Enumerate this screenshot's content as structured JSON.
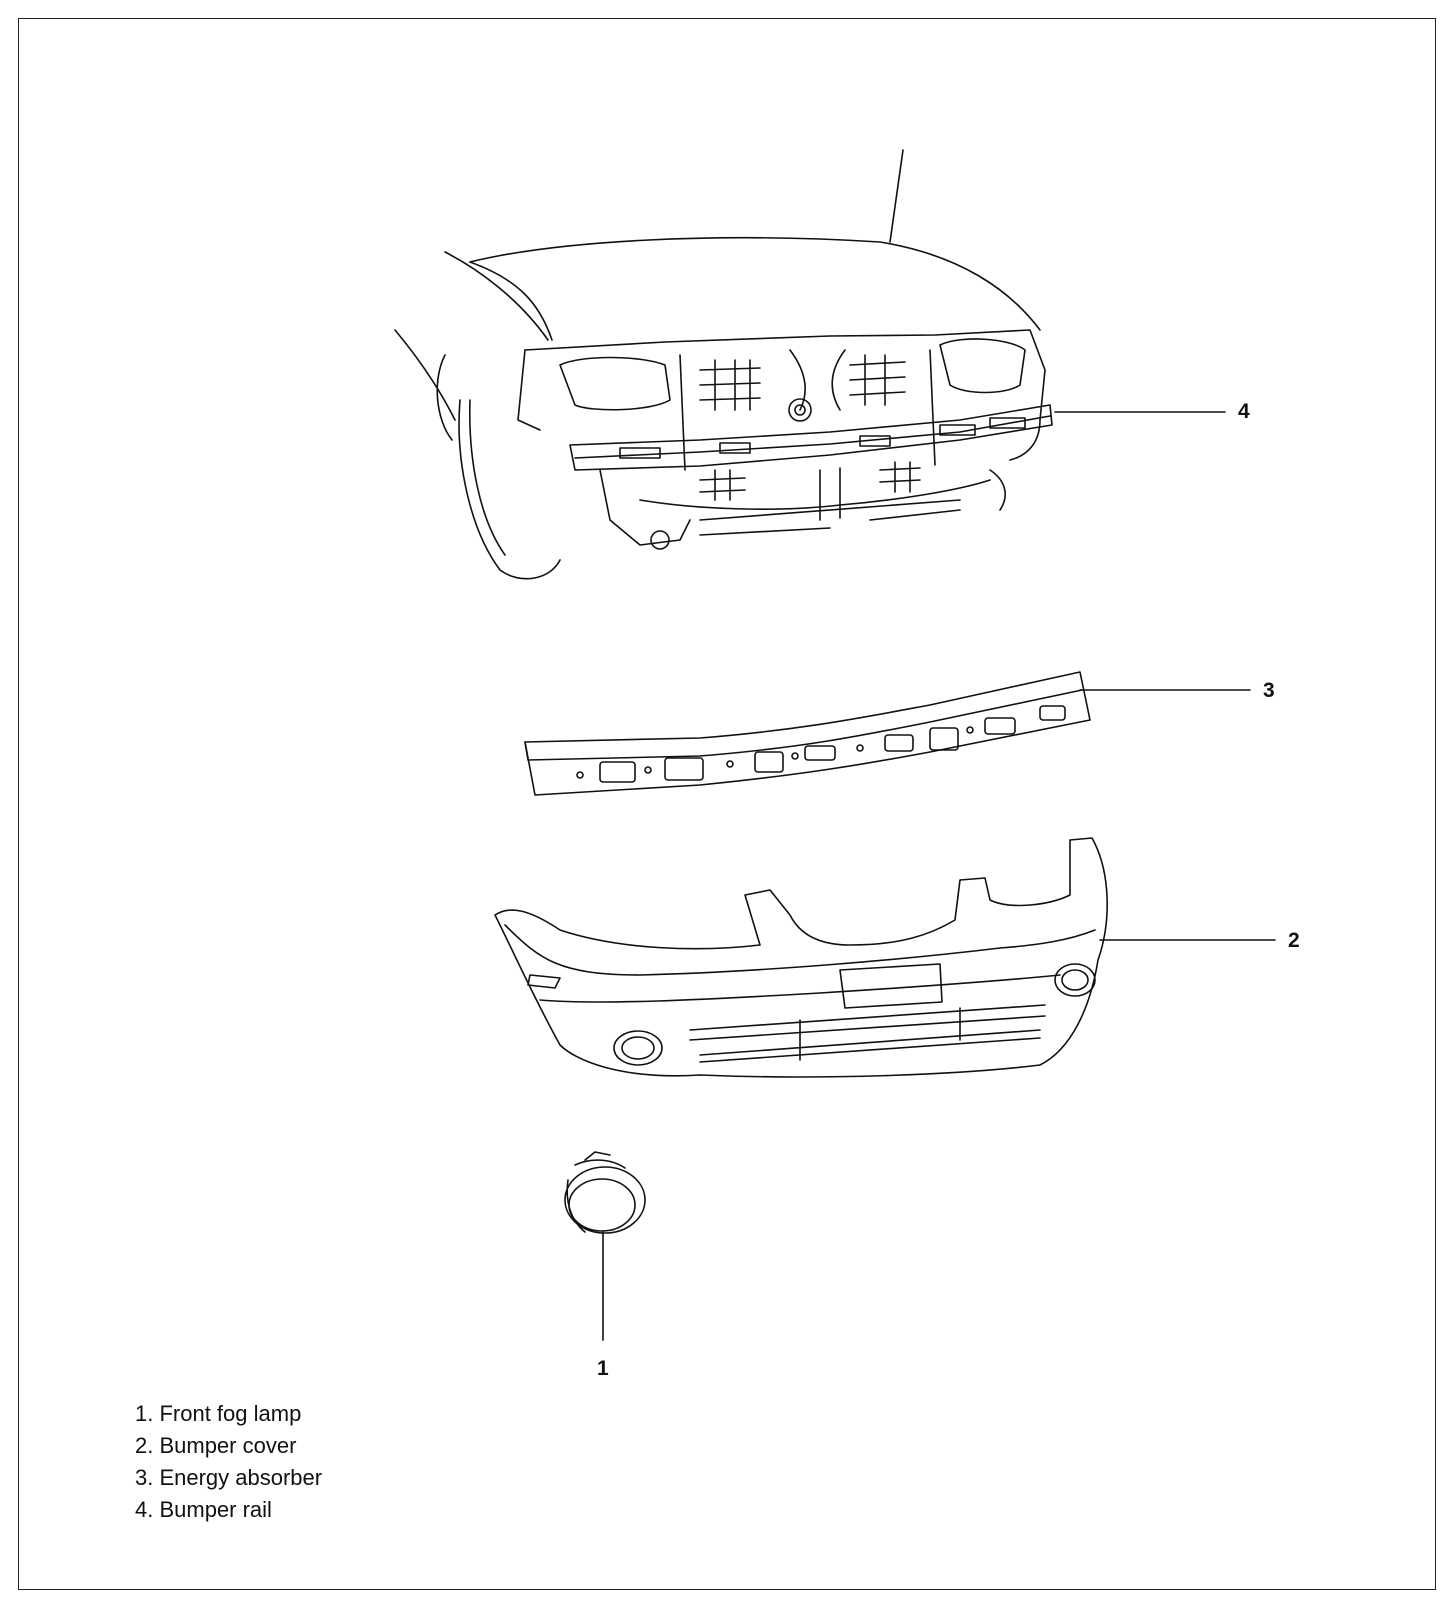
{
  "callouts": {
    "c1": "1",
    "c2": "2",
    "c3": "3",
    "c4": "4"
  },
  "legend": [
    "1. Front fog lamp",
    "2. Bumper cover",
    "3. Energy absorber",
    "4. Bumper rail"
  ],
  "colors": {
    "ink": "#111111",
    "paper": "#ffffff"
  }
}
